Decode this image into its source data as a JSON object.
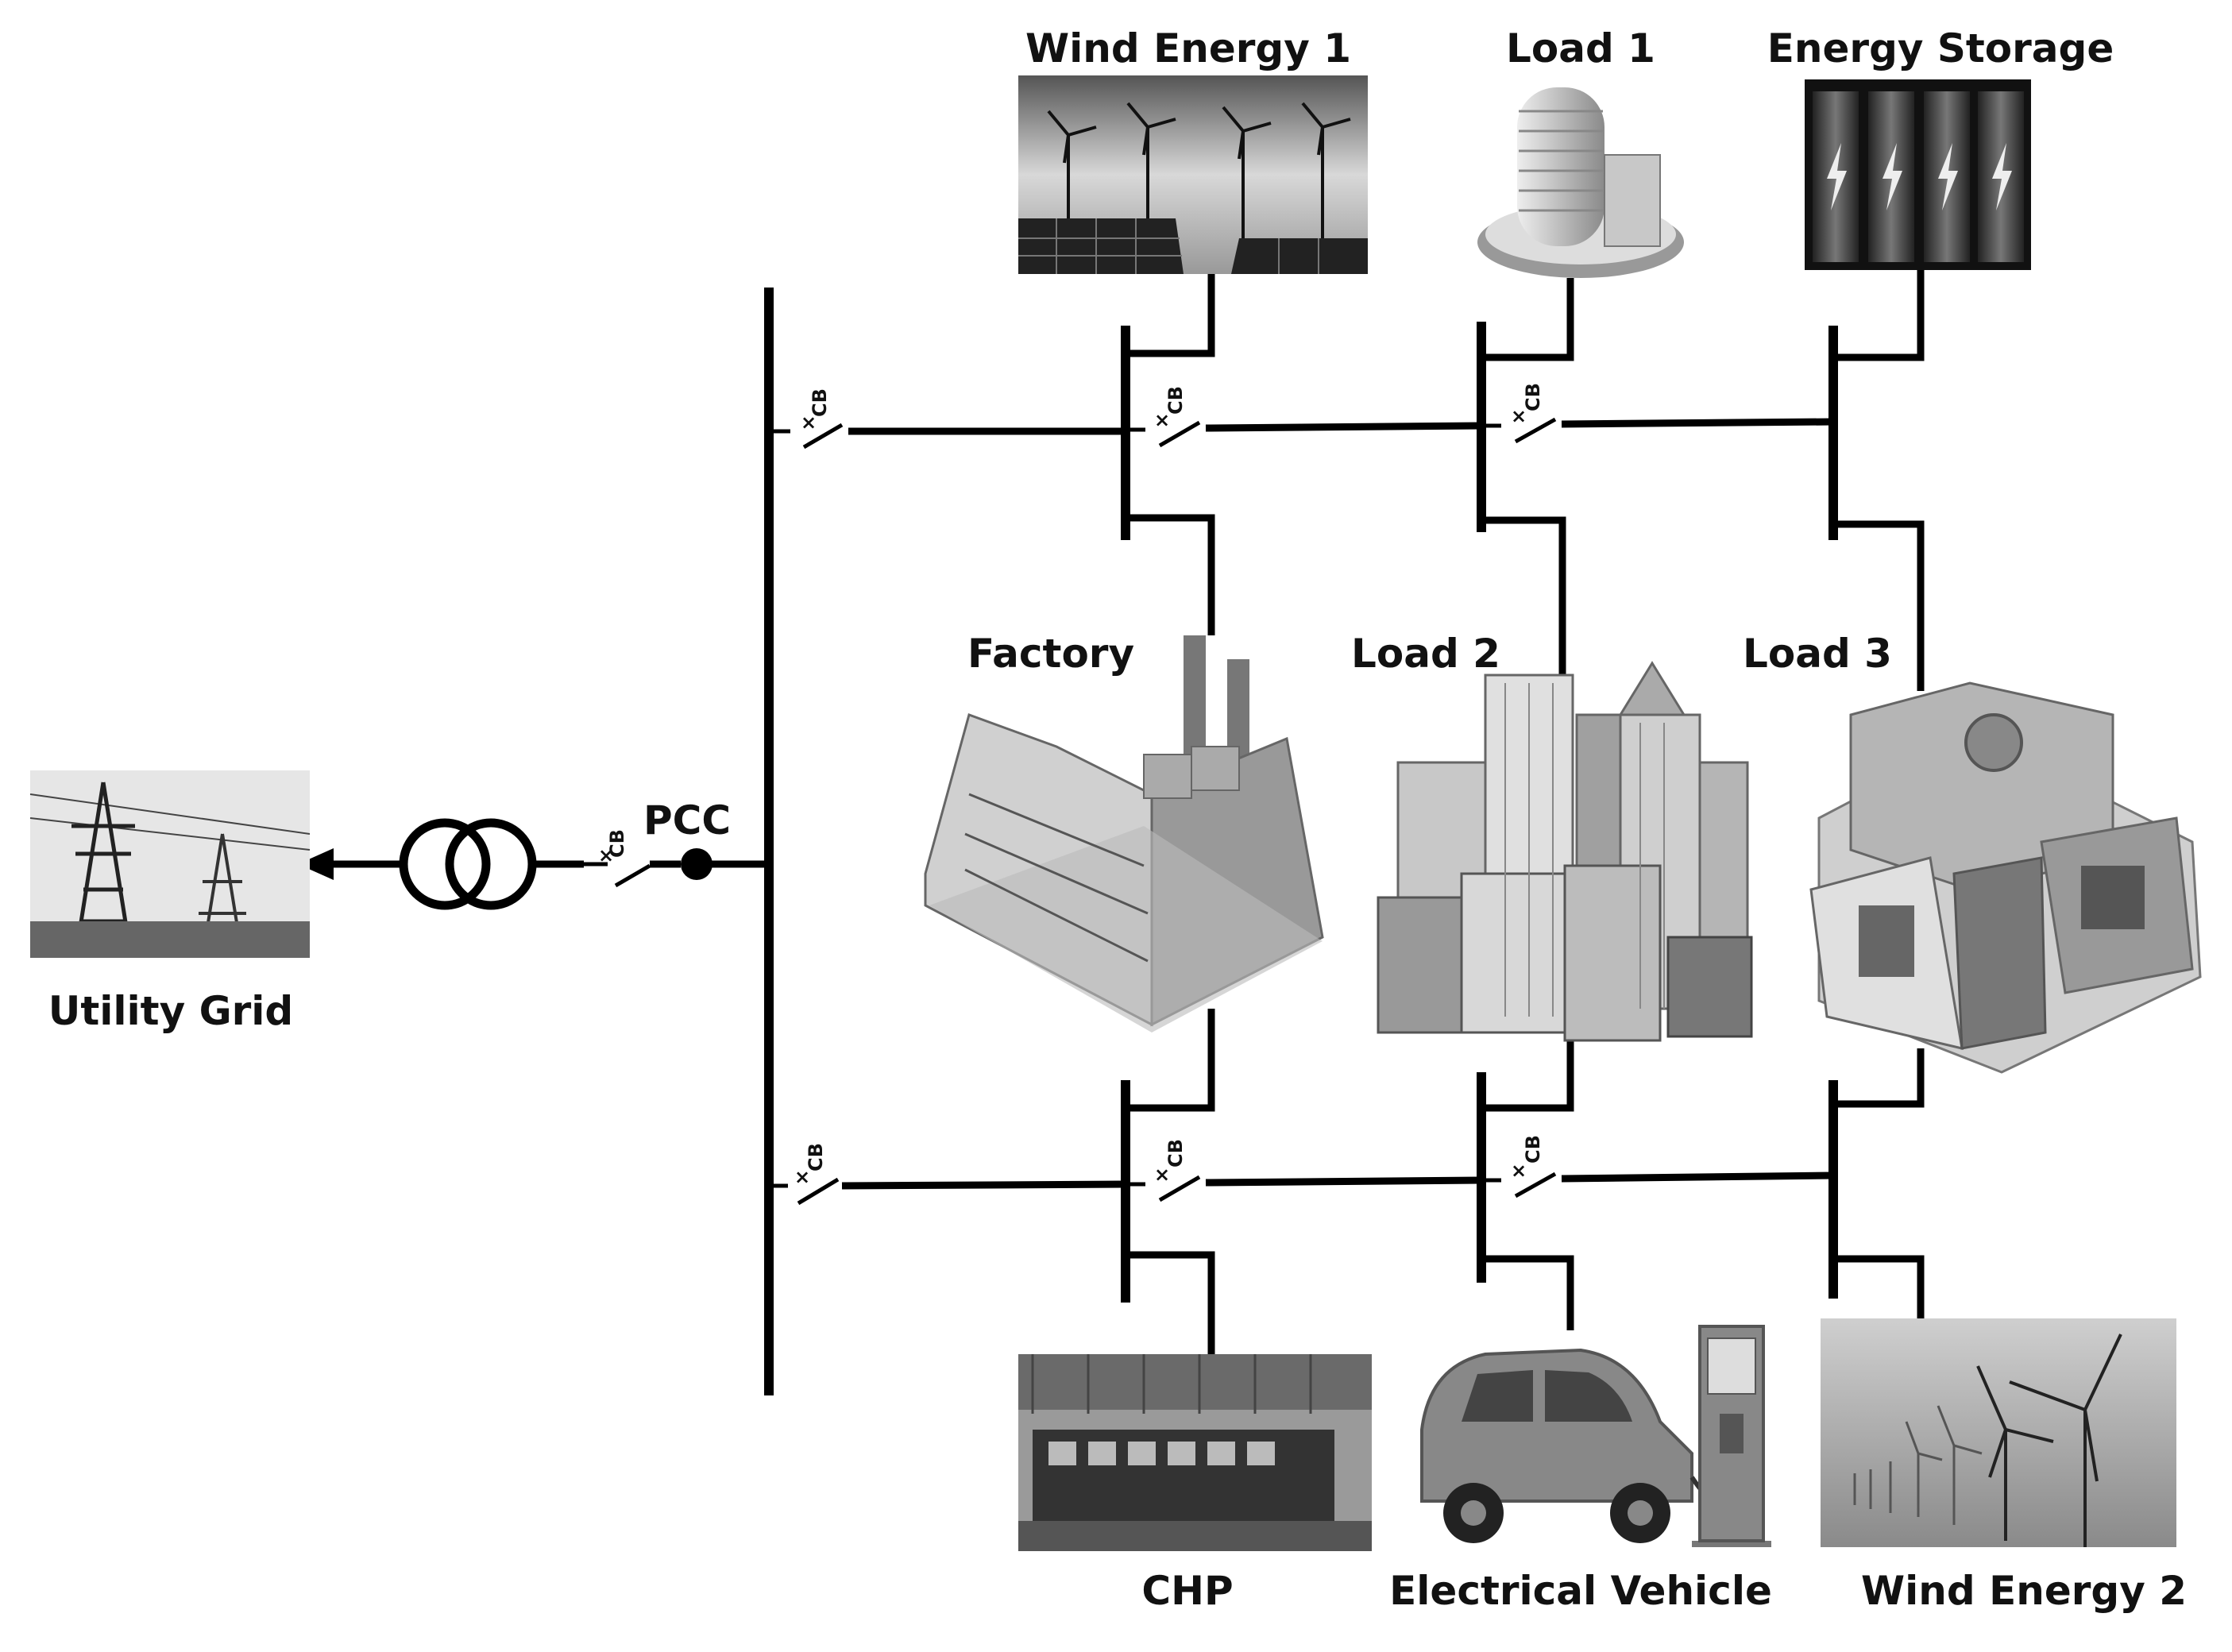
{
  "diagram": {
    "nodes": {
      "wind1": "Wind Energy 1",
      "load1": "Load 1",
      "storage": "Energy Storage",
      "factory": "Factory",
      "load2": "Load 2",
      "load3": "Load 3",
      "grid": "Utility Grid",
      "pcc": "PCC",
      "chp": "CHP",
      "ev": "Electrical Vehicle",
      "wind2": "Wind Energy 2"
    },
    "breaker_label": "CB"
  }
}
